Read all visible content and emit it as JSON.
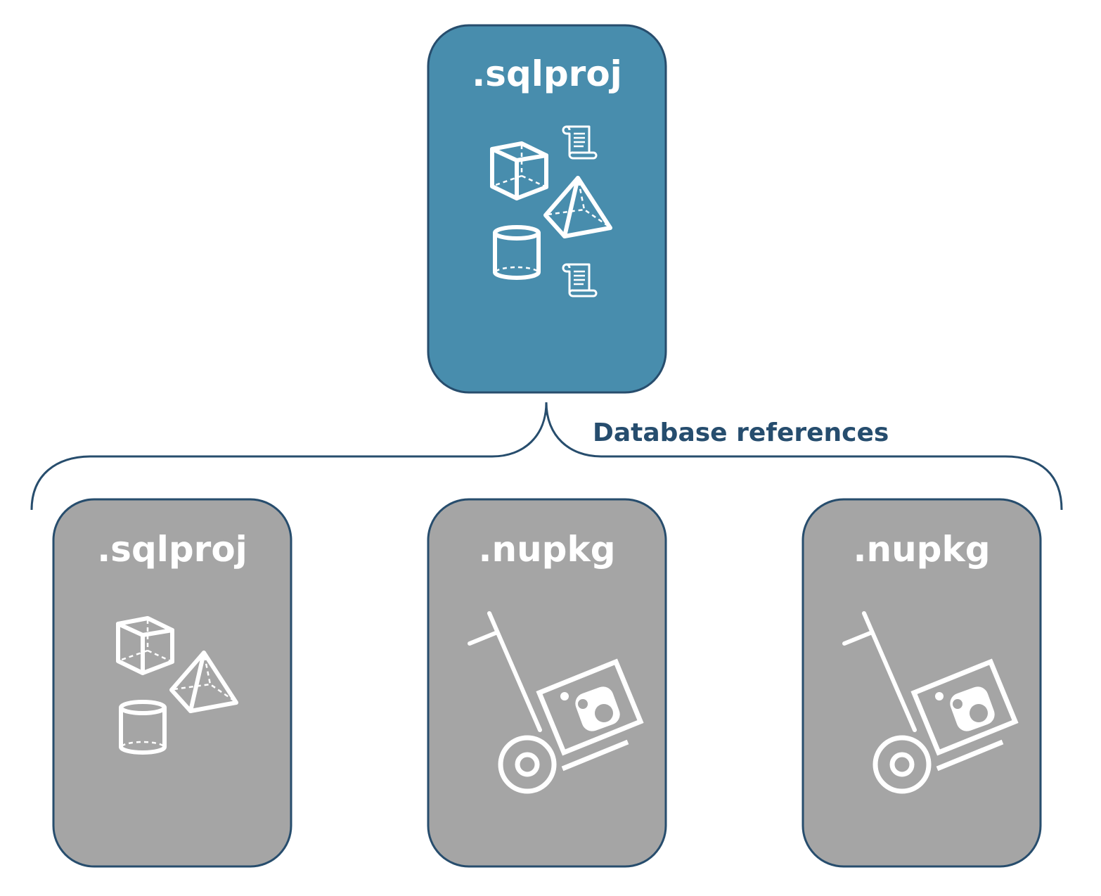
{
  "colors": {
    "primary_box": "#488dad",
    "reference_box": "#a5a5a5",
    "border": "#274d6d",
    "label_text": "#264d6e",
    "icon": "#ffffff"
  },
  "main_project": {
    "title": ".sqlproj",
    "icons": [
      "cube-icon",
      "pyramid-icon",
      "cylinder-icon",
      "script-scroll-icon",
      "script-scroll-icon"
    ]
  },
  "connector": {
    "label": "Database references"
  },
  "references": [
    {
      "title": ".sqlproj",
      "icon": "shapes-icon"
    },
    {
      "title": ".nupkg",
      "icon": "package-cart-icon"
    },
    {
      "title": ".nupkg",
      "icon": "package-cart-icon"
    }
  ]
}
